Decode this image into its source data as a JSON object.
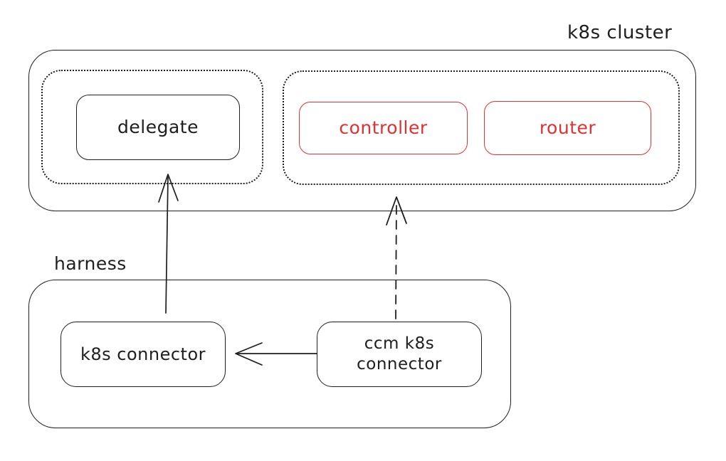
{
  "colors": {
    "stroke": "#1e1e1e",
    "accent_red": "#e03131",
    "background": "#ffffff"
  },
  "groups": {
    "k8s_cluster": {
      "label": "k8s cluster",
      "border": "solid rounded"
    },
    "delegate_group": {
      "label": "",
      "border": "dotted rounded"
    },
    "services_group": {
      "label": "",
      "border": "dotted rounded"
    },
    "harness": {
      "label": "harness",
      "border": "solid rounded"
    }
  },
  "nodes": {
    "delegate": {
      "label": "delegate",
      "color": "#1e1e1e"
    },
    "controller": {
      "label": "controller",
      "color": "#e03131"
    },
    "router": {
      "label": "router",
      "color": "#e03131"
    },
    "k8s_connector": {
      "label": "k8s connector",
      "color": "#1e1e1e"
    },
    "ccm_k8s_connector": {
      "label": "ccm k8s\nconnector",
      "color": "#1e1e1e"
    }
  },
  "edges": [
    {
      "from": "k8s connector",
      "to": "delegate",
      "style": "solid",
      "arrowhead": "open"
    },
    {
      "from": "ccm k8s connector",
      "to": "services group (controller/router)",
      "style": "dashed",
      "arrowhead": "open"
    },
    {
      "from": "ccm k8s connector",
      "to": "k8s connector",
      "style": "solid",
      "arrowhead": "open"
    }
  ]
}
